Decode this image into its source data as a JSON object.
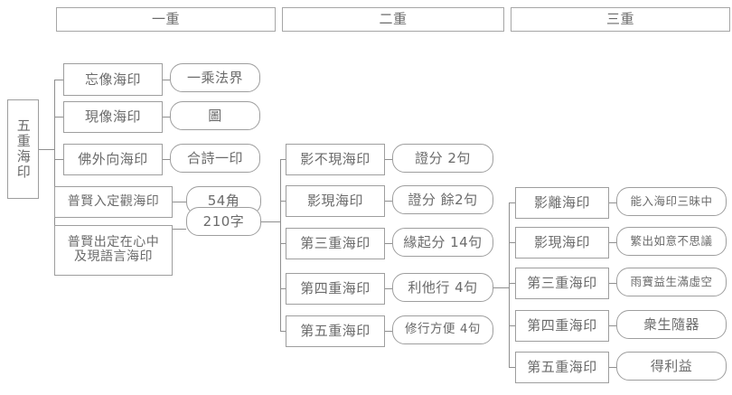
{
  "diagram": {
    "title_root": "五重海印",
    "headers": [
      {
        "label": "一重"
      },
      {
        "label": "二重"
      },
      {
        "label": "三重"
      }
    ],
    "level1": [
      {
        "name": "忘像海印",
        "tag": "一乘法界"
      },
      {
        "name": "現像海印",
        "tag": "圖"
      },
      {
        "name": "佛外向海印",
        "tag": "合詩一印"
      },
      {
        "name": "普賢入定觀海印",
        "tag": "54角"
      },
      {
        "name": "普賢出定在心中\n及現語言海印",
        "tag": "210字"
      }
    ],
    "level2": [
      {
        "name": "影不現海印",
        "tag": "證分 2句"
      },
      {
        "name": "影現海印",
        "tag": "證分 餘2句"
      },
      {
        "name": "第三重海印",
        "tag": "緣起分 14句"
      },
      {
        "name": "第四重海印",
        "tag": "利他行 4句"
      },
      {
        "name": "第五重海印",
        "tag": "修行方便 4句"
      }
    ],
    "level3": [
      {
        "name": "影離海印",
        "tag": "能入海印三昧中"
      },
      {
        "name": "影現海印",
        "tag": "繁出如意不思議"
      },
      {
        "name": "第三重海印",
        "tag": "雨寶益生滿虛空"
      },
      {
        "name": "第四重海印",
        "tag": "衆生隨器"
      },
      {
        "name": "第五重海印",
        "tag": "得利益"
      }
    ],
    "colors": {
      "border": "#9e9e9e",
      "text": "#6b6b6b",
      "line": "#8f8f8f",
      "background": "#ffffff"
    }
  }
}
